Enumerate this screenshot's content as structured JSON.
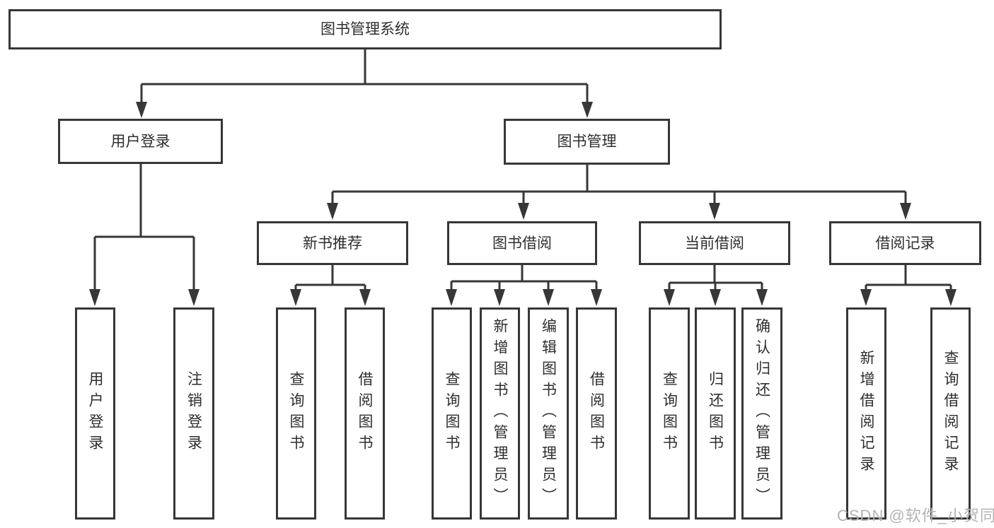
{
  "title": "图书管理系统",
  "branches": {
    "user_login": {
      "label": "用户登录",
      "children": [
        "用户登录",
        "注销登录"
      ]
    },
    "book_management": {
      "label": "图书管理",
      "sections": {
        "new_book_recommend": {
          "label": "新书推荐",
          "children": [
            "查询图书",
            "借阅图书"
          ]
        },
        "book_borrow": {
          "label": "图书借阅",
          "children": [
            "查询图书",
            "新增图书（管理员）",
            "编辑图书（管理员）",
            "借阅图书"
          ]
        },
        "current_borrow": {
          "label": "当前借阅",
          "children": [
            "查询图书",
            "归还图书",
            "确认归还（管理员）"
          ]
        },
        "borrow_records": {
          "label": "借阅记录",
          "children": [
            "新增借阅记录",
            "查询借阅记录"
          ]
        }
      }
    }
  },
  "watermark": {
    "text": "CSDN @软件_小贺同学"
  },
  "colors": {
    "line": "#373737",
    "text": "#2e2e2e",
    "watermark": "#b4b4b4",
    "background": "#ffffff"
  }
}
